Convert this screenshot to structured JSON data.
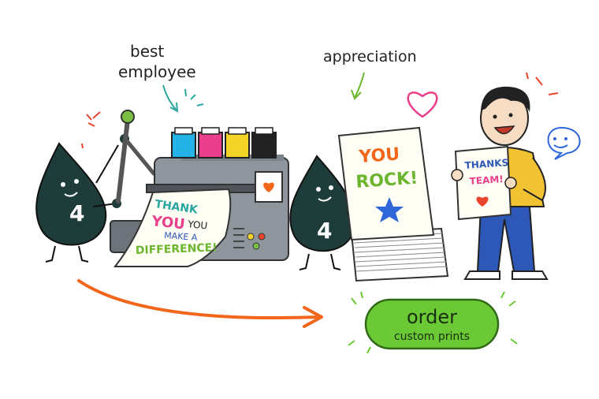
{
  "annotations": {
    "best_line1": "best",
    "best_line2": "employee",
    "appreciation": "appreciation"
  },
  "characters": {
    "ink_drop_left_number": "4",
    "ink_drop_right_number": "4"
  },
  "printout": {
    "line1": "THANK",
    "line2a": "YOU",
    "line2b": "YOU",
    "line3": "MAKE A",
    "line4": "DIFFERENCE!"
  },
  "poster": {
    "line1": "YOU",
    "line2": "ROCK!"
  },
  "person_sign": {
    "line1": "THANKS",
    "line2": "TEAM!"
  },
  "cta": {
    "line1": "order",
    "line2": "custom prints"
  },
  "colors": {
    "ink_drop": "#1e3d3a",
    "printer_body": "#8f959c",
    "printer_dark": "#6d737a",
    "ink_cyan": "#23b3e6",
    "ink_magenta": "#ea3f8a",
    "ink_yellow": "#f5d42a",
    "ink_black": "#222222",
    "orange_arrow": "#f2661c",
    "cta_green": "#6bc935",
    "shirt_yellow": "#f1c232",
    "pants_blue": "#2d58b8",
    "heart_red": "#e8452c",
    "star_blue": "#2f66d8"
  }
}
